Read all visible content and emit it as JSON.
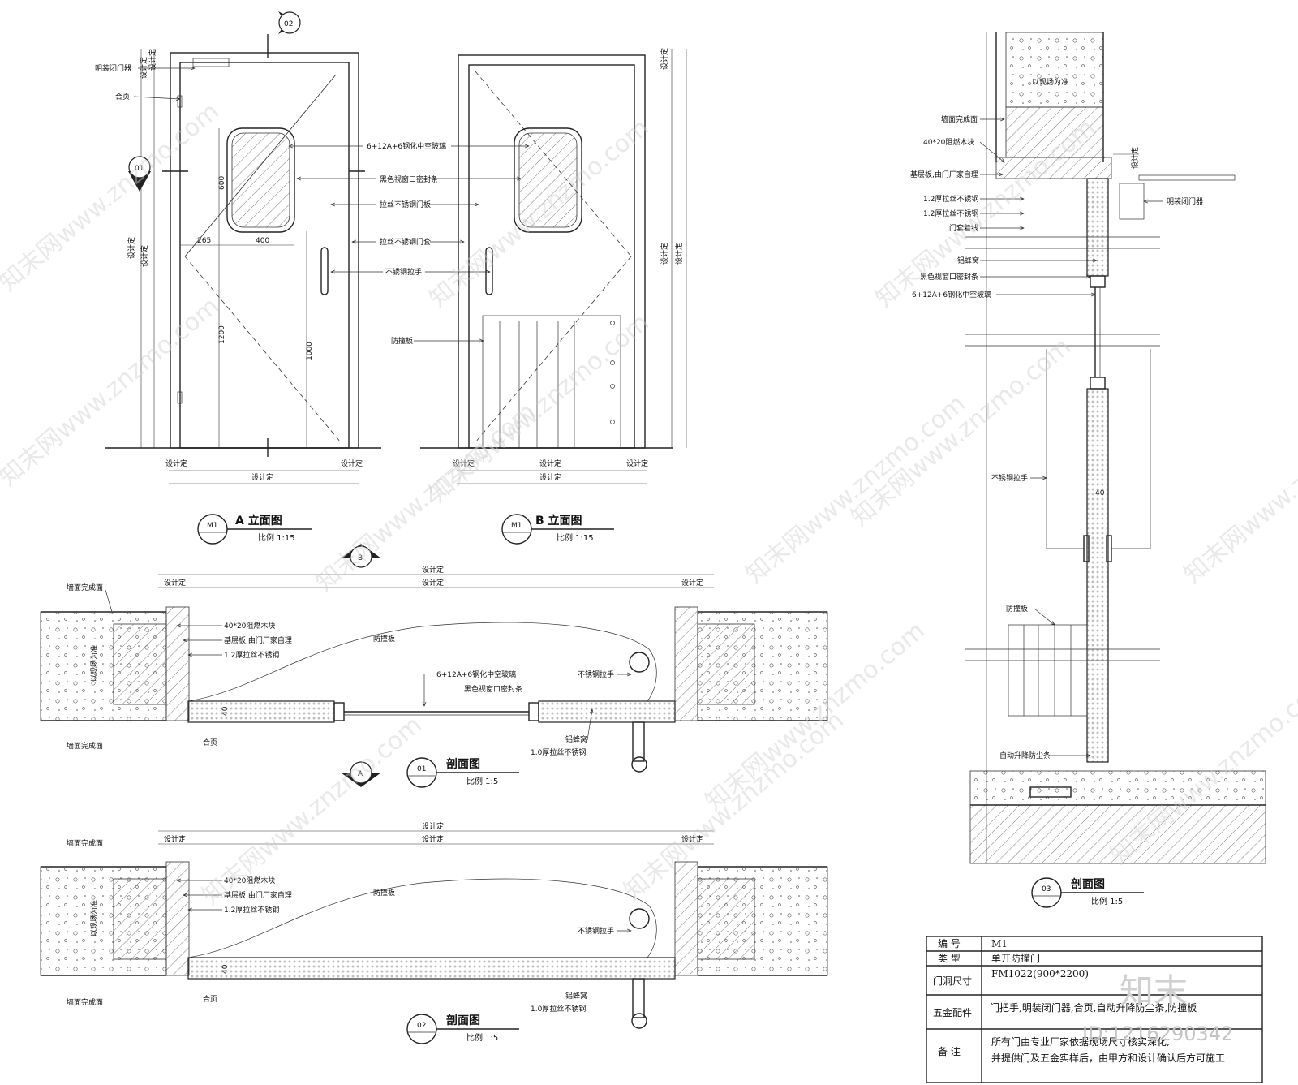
{
  "elevation_a": {
    "title": "A 立面图",
    "scale": "比例 1:15",
    "tag": "M1",
    "marker_top": "02",
    "marker_left": "01",
    "dim_600": "600",
    "dim_1200": "1200",
    "dim_1000": "1000",
    "dim_265": "265",
    "dim_400": "400"
  },
  "elevation_b": {
    "title": "B 立面图",
    "scale": "比例 1:15",
    "tag": "M1"
  },
  "labels": {
    "closer": "明装闭门器",
    "hinge": "合页",
    "glass": "6+12A+6钢化中空玻璃",
    "seal": "黑色视窗口密封条",
    "door_panel": "拉丝不锈钢门板",
    "door_frame": "拉丝不锈钢门套",
    "handle": "不锈钢拉手",
    "kickplate": "防撞板",
    "design_tbd": "设计定",
    "wall_face": "墙面完成面",
    "wood_block": "40*20阻燃木块",
    "base_board": "基层板,由门厂家自理",
    "ss12": "1.2厚拉丝不锈钢",
    "ss10": "1.0厚拉丝不锈钢",
    "honeycomb": "铝蜂窝",
    "site_based": "以现场为准",
    "frame_line": "门套着线",
    "auto_seal": "自动升降防尘条",
    "dim_40": "40"
  },
  "section_01": {
    "num": "01",
    "title": "剖面图",
    "scale": "比例 1:5",
    "marker_top": "B",
    "marker_bottom": "A"
  },
  "section_02": {
    "num": "02",
    "title": "剖面图",
    "scale": "比例 1:5"
  },
  "section_03": {
    "num": "03",
    "title": "剖面图",
    "scale": "比例 1:5"
  },
  "table": {
    "rows": [
      {
        "key": "编  号",
        "value": "M1"
      },
      {
        "key": "类  型",
        "value": "单开防撞门"
      },
      {
        "key": "门洞尺寸",
        "value": "FM1022(900*2200)"
      },
      {
        "key": "五金配件",
        "value": "门把手,明装闭门器,合页,自动升降防尘条,防撞板"
      },
      {
        "key": "备  注",
        "value": "所有门由专业厂家依据现场尺寸核实深化,",
        "value2": "并提供门及五金实样后，由甲方和设计确认后方可施工"
      }
    ]
  },
  "watermark": {
    "text": "知末网www.znzmo.com",
    "brand": "知末",
    "id": "ID:1216290342"
  }
}
